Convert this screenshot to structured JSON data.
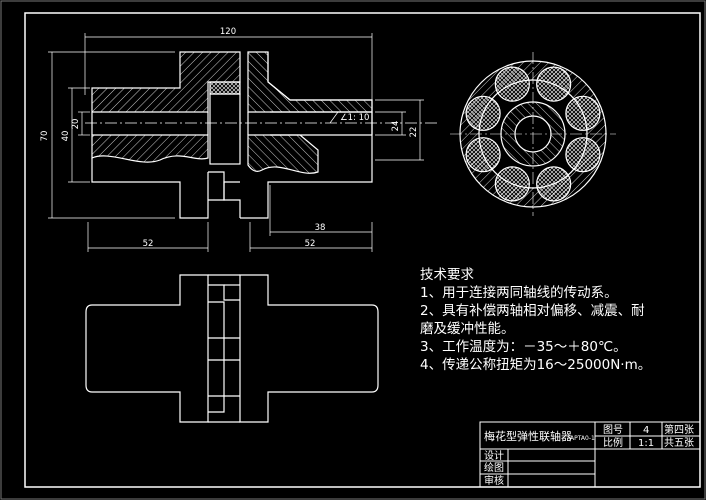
{
  "dimensions": {
    "overall_length": "120",
    "outer_diameter": "70",
    "hub_diameter": "40",
    "bore_diameter": "20",
    "taper": "∠1: 10",
    "taper_small_diameter": "24",
    "taper_large_diameter": "22",
    "keyway_length": "38",
    "left_hub_length": "52",
    "right_hub_length": "52"
  },
  "requirements": {
    "title": "技术要求",
    "items": [
      "1、用于连接两同轴线的传动系。",
      "2、具有补偿两轴相对偏移、减震、耐",
      "磨及缓冲性能。",
      "3、工作温度为：－35～＋80℃。",
      "4、传递公称扭矩为16～25000N·m。"
    ]
  },
  "title_block": {
    "part_name": "梅花型弹性联轴器",
    "part_code": "APTA0-1",
    "drawing_no_label": "图号",
    "drawing_no": "4",
    "scale_label": "比例",
    "scale": "1:1",
    "sheet": "第四张",
    "total": "共五张",
    "design_label": "设计",
    "draw_label": "绘图",
    "review_label": "审核"
  },
  "colors": {
    "background": "#000000",
    "lines": "#ffffff",
    "hatch": "#ffffff"
  }
}
